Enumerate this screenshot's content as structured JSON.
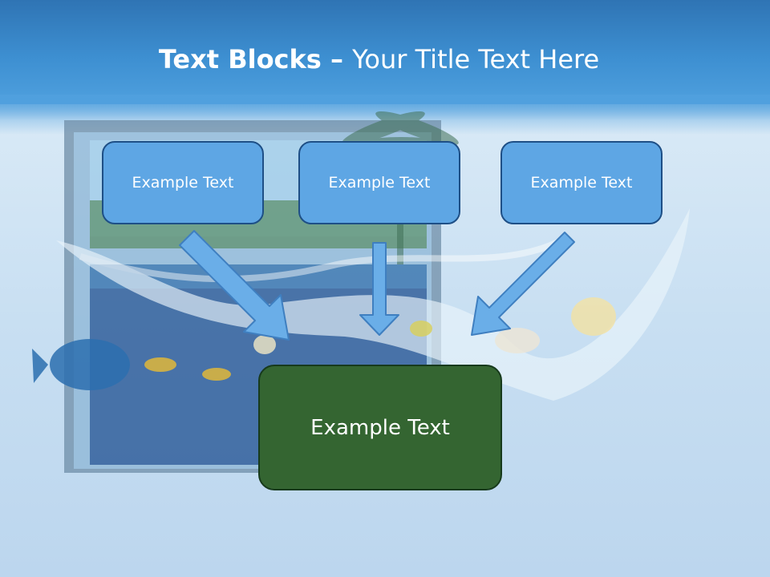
{
  "slide": {
    "title_bold": "Text Blocks",
    "title_sep": " – ",
    "title_rest": "Your Title Text Here"
  },
  "diagram": {
    "sources": [
      {
        "label": "Example Text"
      },
      {
        "label": "Example Text"
      },
      {
        "label": "Example Text"
      }
    ],
    "target": {
      "label": "Example Text"
    }
  },
  "colors": {
    "header": "#3d8fd1",
    "source_fill": "#5ea6e4",
    "source_border": "#1e4f86",
    "target_fill": "#346531",
    "target_border": "#173a1c",
    "arrow_fill": "#6aaee8",
    "arrow_stroke": "#3f7fc0"
  }
}
